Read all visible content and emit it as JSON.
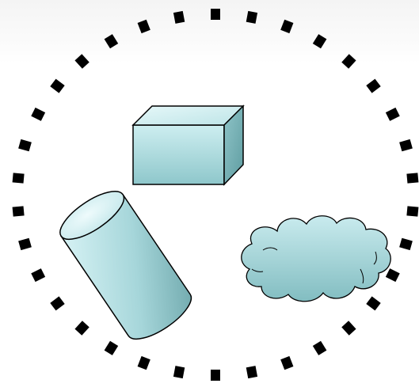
{
  "diagram": {
    "shapes": [
      {
        "kind": "box",
        "icon": "cuboid-icon"
      },
      {
        "kind": "cylinder",
        "icon": "cylinder-icon"
      },
      {
        "kind": "cloud",
        "icon": "cloud-icon"
      }
    ],
    "boundary": {
      "style": "dotted-circle"
    },
    "colors": {
      "fill_light": "#d4eff1",
      "fill_mid": "#a8d8dc",
      "fill_dark": "#6ea9ad",
      "stroke": "#000000",
      "boundary": "#000000"
    }
  }
}
